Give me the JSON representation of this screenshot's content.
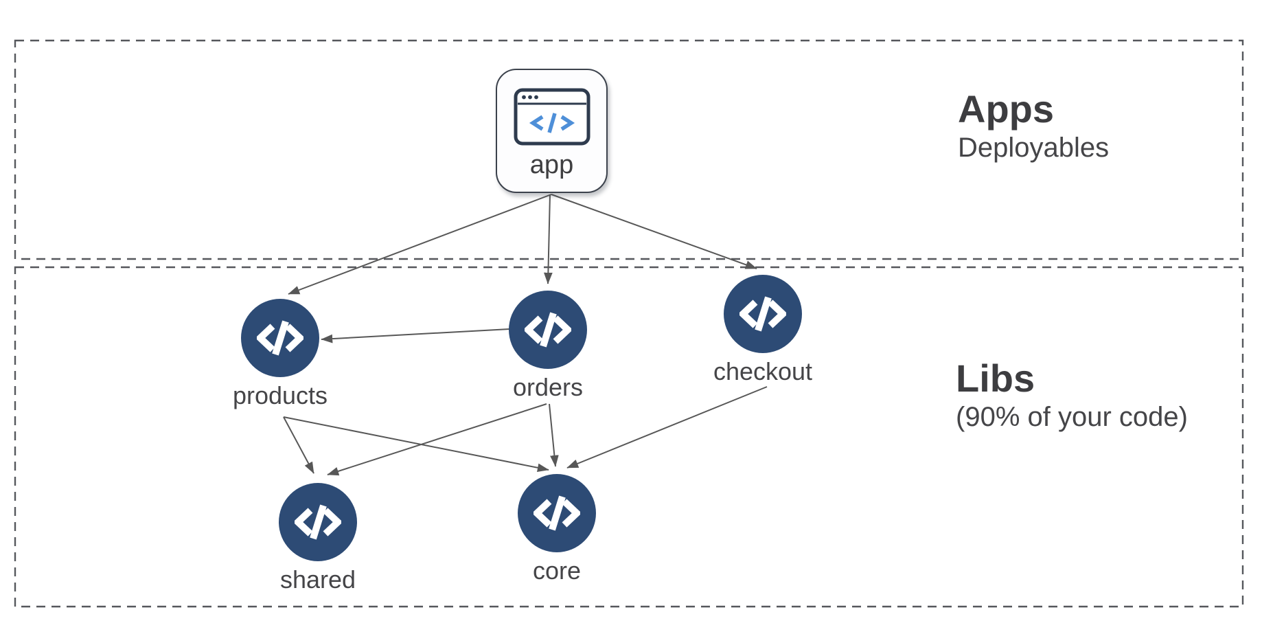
{
  "diagram": {
    "sections": {
      "apps": {
        "title": "Apps",
        "subtitle": "Deployables"
      },
      "libs": {
        "title": "Libs",
        "subtitle": "(90% of your code)"
      }
    },
    "nodes": {
      "app": {
        "label": "app",
        "type": "application",
        "icon": "browser-code-icon"
      },
      "products": {
        "label": "products",
        "type": "library",
        "icon": "code-icon"
      },
      "orders": {
        "label": "orders",
        "type": "library",
        "icon": "code-icon"
      },
      "checkout": {
        "label": "checkout",
        "type": "library",
        "icon": "code-icon"
      },
      "shared": {
        "label": "shared",
        "type": "library",
        "icon": "code-icon"
      },
      "core": {
        "label": "core",
        "type": "library",
        "icon": "code-icon"
      }
    },
    "edges": [
      {
        "from": "app",
        "to": "products"
      },
      {
        "from": "app",
        "to": "orders"
      },
      {
        "from": "app",
        "to": "checkout"
      },
      {
        "from": "orders",
        "to": "products"
      },
      {
        "from": "products",
        "to": "shared"
      },
      {
        "from": "products",
        "to": "core"
      },
      {
        "from": "orders",
        "to": "shared"
      },
      {
        "from": "orders",
        "to": "core"
      },
      {
        "from": "checkout",
        "to": "core"
      }
    ],
    "colors": {
      "node_fill": "#2d4b75",
      "node_icon": "#ffffff",
      "arrow": "#575757",
      "dashed_border": "#55575c",
      "app_icon_outline": "#2e3b4e",
      "app_icon_code_blue": "#4e8fd8",
      "text": "#454548",
      "heading_text": "#3d3d40",
      "background": "#ffffff"
    }
  }
}
